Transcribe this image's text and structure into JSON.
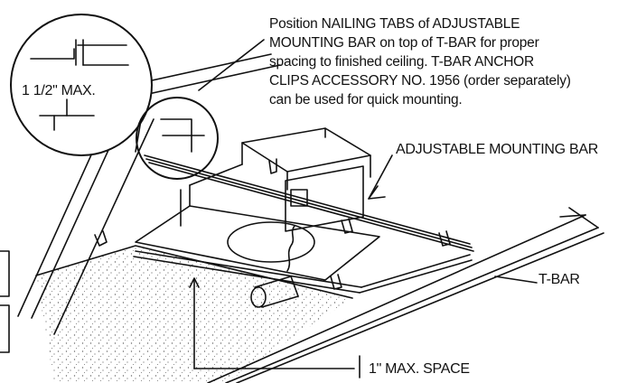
{
  "callouts": {
    "instruction_lines": [
      "Position NAILING TABS of ADJUSTABLE",
      "MOUNTING BAR on top of T-BAR for proper",
      "spacing to finished ceiling. T-BAR ANCHOR",
      "CLIPS ACCESSORY NO. 1956 (order separately)",
      "can be used for quick mounting."
    ],
    "detail_max": "1 1/2\" MAX.",
    "adjustable_mounting_bar": "ADJUSTABLE MOUNTING BAR",
    "t_bar": "T-BAR",
    "max_space": "1\" MAX. SPACE"
  },
  "colors": {
    "ink": "#111111",
    "paper": "#ffffff",
    "stipple": "#6a6a6a"
  }
}
